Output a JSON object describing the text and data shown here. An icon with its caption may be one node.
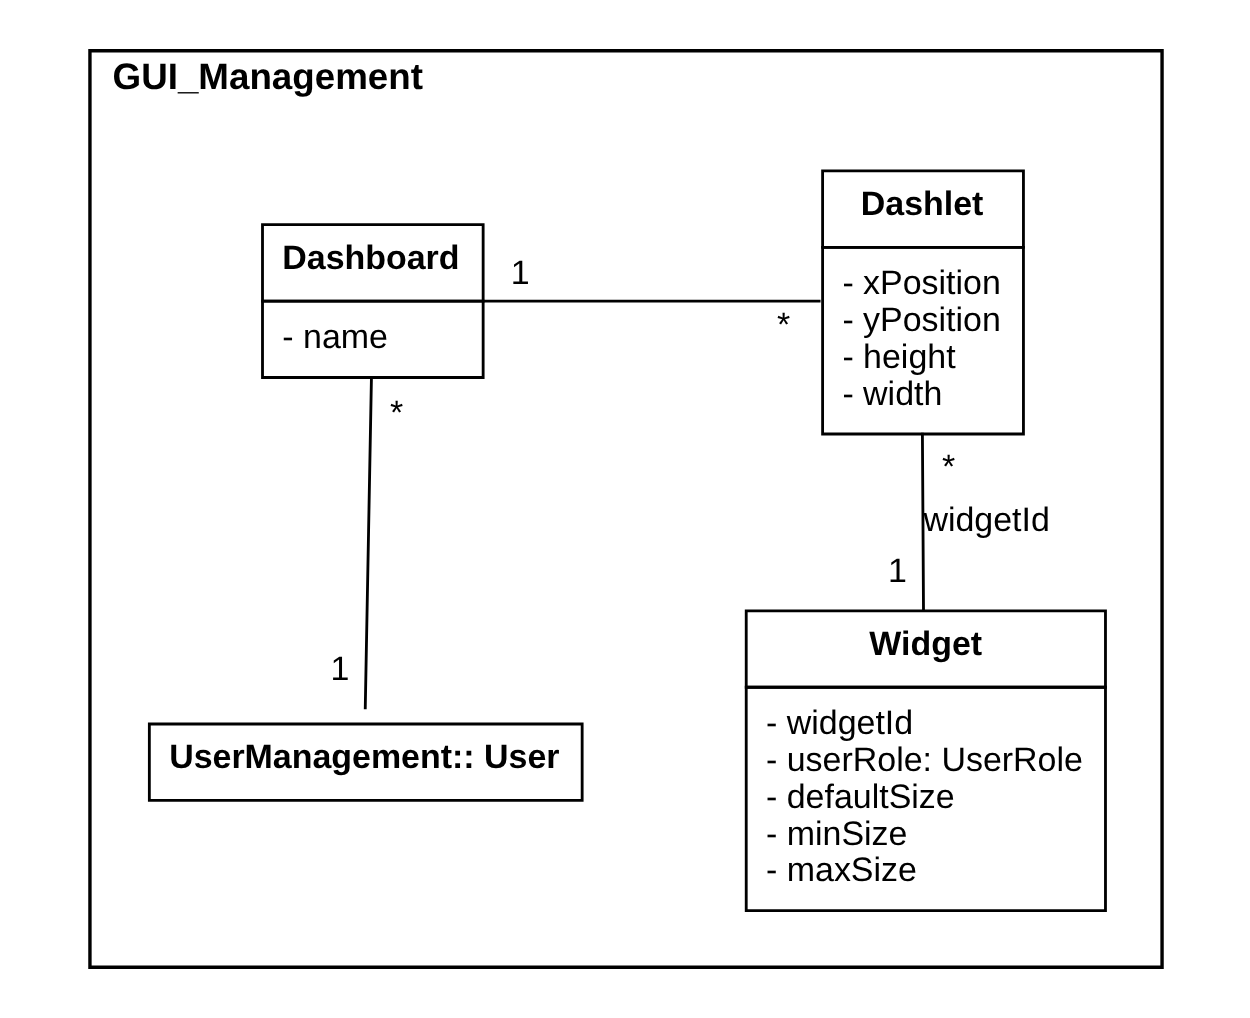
{
  "diagram": {
    "nodes": [
      {
        "text": [
          "GUI_Management"
        ]
      },
      {
        "text": [
          "Dashboard",
          "- name"
        ],
        "in": 0
      },
      {
        "text": [
          "Dashlet",
          "- xPosition",
          "- yPosition",
          "- height",
          "- width"
        ],
        "in": 0
      },
      {
        "text": [
          "UserManagement:: User"
        ],
        "in": 0
      },
      {
        "text": [
          "Widget",
          "- widgetId",
          "- userRole: UserRole",
          "- defaultSize",
          "- minSize",
          "- maxSize"
        ],
        "in": 0
      }
    ],
    "edges": [
      {
        "from": 1,
        "to": 2,
        "arrow": "none"
      },
      {
        "from": 1,
        "to": 3,
        "arrow": "none"
      },
      {
        "from": 2,
        "to": 4,
        "arrow": "none",
        "label": "widgetId"
      }
    ],
    "labels": [
      "1",
      "*",
      "*",
      "*",
      "1",
      "1"
    ]
  }
}
